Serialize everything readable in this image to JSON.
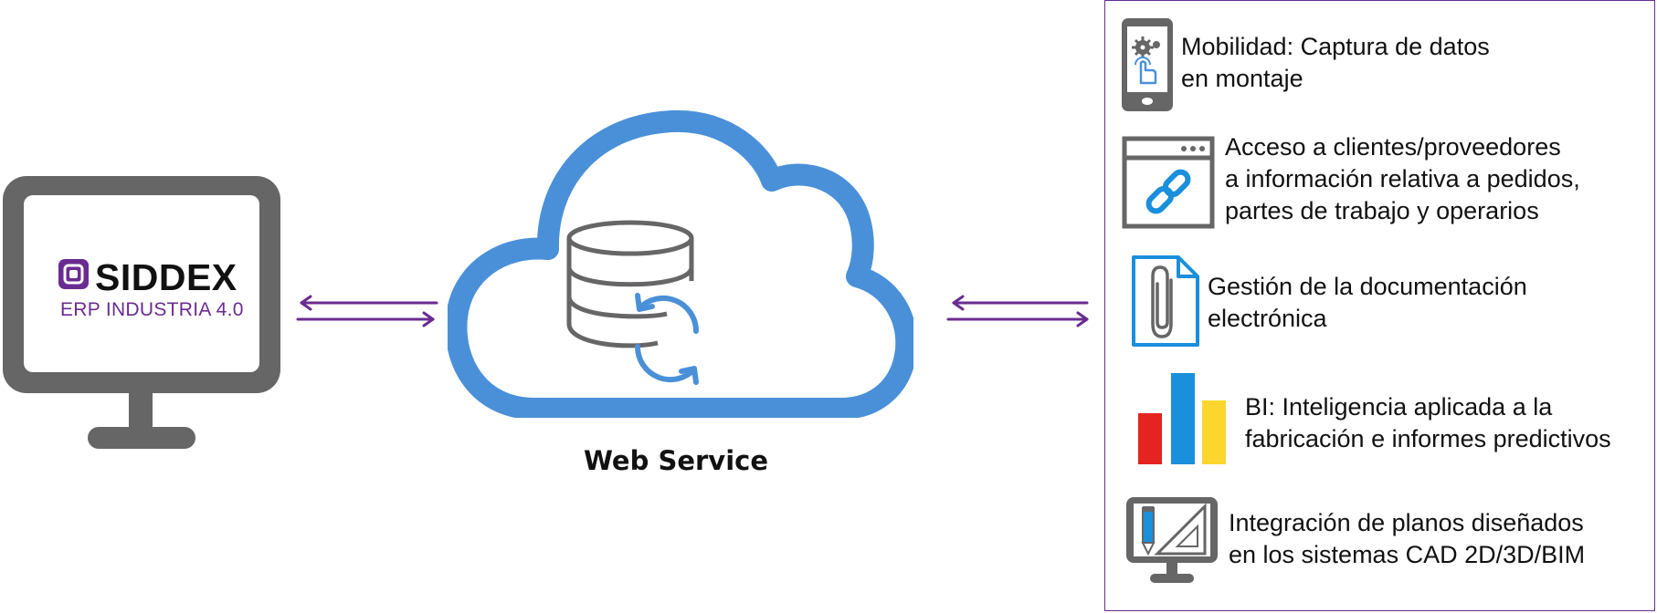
{
  "brand": {
    "name": "SIDDEX",
    "subtitle": "ERP INDUSTRIA 4.0"
  },
  "cloud": {
    "caption": "Web Service"
  },
  "features": [
    {
      "icon": "mobile-settings-icon",
      "lines": [
        "Mobilidad: Captura de datos",
        "en montaje"
      ]
    },
    {
      "icon": "browser-link-icon",
      "lines": [
        "Acceso a clientes/proveedores",
        "a información relativa a pedidos,",
        "partes de trabajo y operarios"
      ]
    },
    {
      "icon": "document-paperclip-icon",
      "lines": [
        "Gestión de la documentación",
        "electrónica"
      ]
    },
    {
      "icon": "bar-chart-icon",
      "lines": [
        "BI: Inteligencia aplicada a la",
        "fabricación e informes predictivos"
      ]
    },
    {
      "icon": "monitor-cad-icon",
      "lines": [
        "Integración de planos diseñados",
        "en los sistemas CAD 2D/3D/BIM"
      ]
    }
  ],
  "colors": {
    "accent_purple": "#6a2c91",
    "cloud_blue": "#4a90d9",
    "icon_gray": "#666666",
    "chart_red": "#e52421",
    "chart_blue": "#1a8fdc",
    "chart_yellow": "#fcd62f"
  }
}
